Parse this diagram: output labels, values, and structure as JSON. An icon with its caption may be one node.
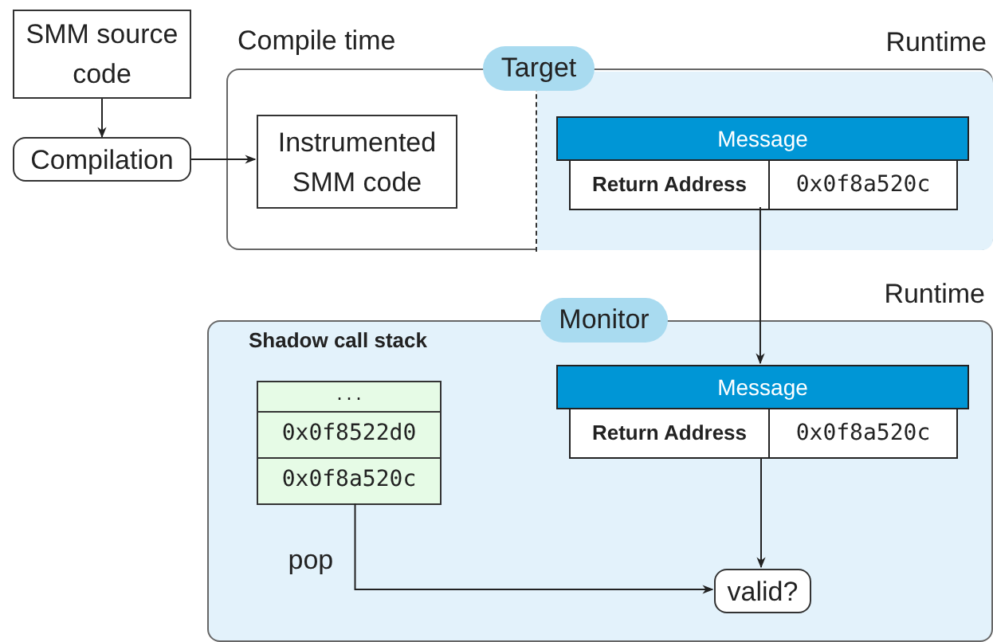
{
  "diagram": {
    "nodes": [
      {
        "text": [
          "SMM source code"
        ]
      },
      {
        "text": [
          "Compilation"
        ]
      },
      {
        "text": [
          "Target"
        ]
      },
      {
        "text": [
          "Compile time"
        ],
        "in": 2
      },
      {
        "text": [
          "Instrumented SMM code"
        ],
        "in": 3
      },
      {
        "text": [
          "Runtime"
        ],
        "in": 2
      },
      {
        "text": [
          "Message",
          "Return Address",
          "0x0f8a520c"
        ],
        "in": 5
      },
      {
        "text": [
          "Monitor",
          "Runtime"
        ]
      },
      {
        "text": [
          "Shadow call stack",
          "...",
          "0x0f8522d0",
          "0x0f8a520c"
        ],
        "in": 7
      },
      {
        "text": [
          "Message",
          "Return Address",
          "0x0f8a520c"
        ],
        "in": 7
      },
      {
        "text": [
          "valid?"
        ],
        "in": 7
      }
    ],
    "edges": [
      {
        "from": 0,
        "to": 1,
        "arrow": "to"
      },
      {
        "from": 1,
        "to": 4,
        "arrow": "to"
      },
      {
        "from": 6,
        "to": 9,
        "arrow": "to"
      },
      {
        "from": 9,
        "to": 10,
        "arrow": "to"
      },
      {
        "from": 8,
        "to": 10,
        "arrow": "to",
        "label": "pop"
      }
    ]
  }
}
